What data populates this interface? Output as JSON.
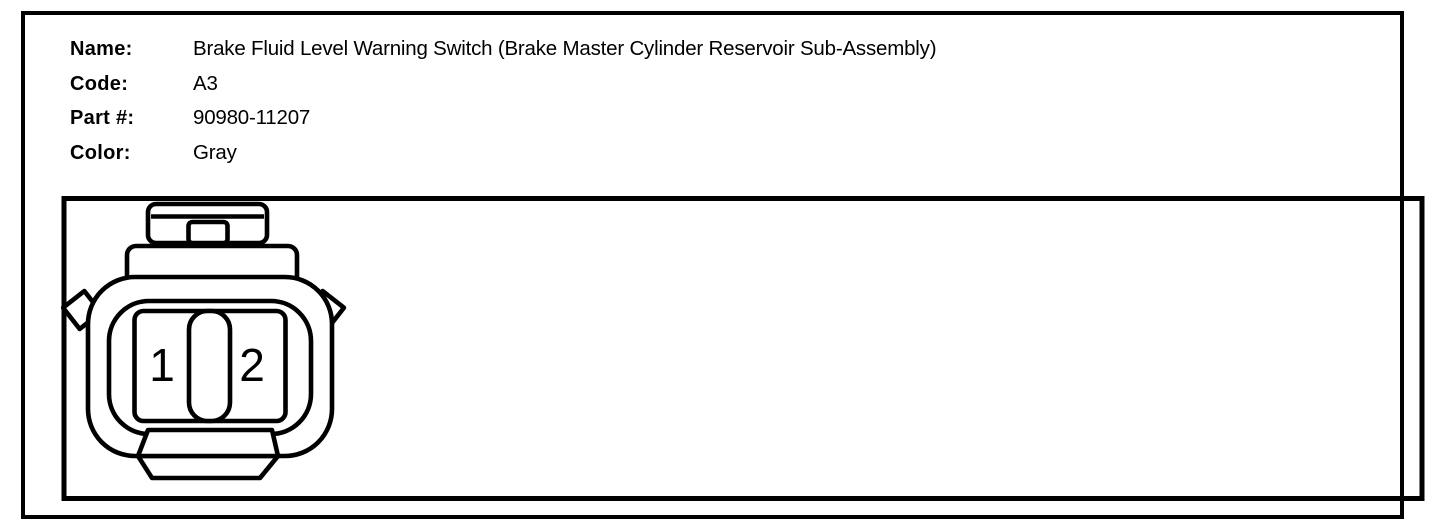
{
  "colors": {
    "ink": "#000000",
    "paper": "#ffffff"
  },
  "header": {
    "fields": [
      {
        "label": "Name:",
        "value": "Brake Fluid Level Warning Switch (Brake Master Cylinder Reservoir Sub-Assembly)"
      },
      {
        "label": "Code:",
        "value": "A3"
      },
      {
        "label": "Part #:",
        "value": "90980-11207"
      },
      {
        "label": "Color:",
        "value": "Gray"
      }
    ]
  },
  "connector": {
    "pins": [
      {
        "number": "1"
      },
      {
        "number": "2"
      }
    ]
  }
}
